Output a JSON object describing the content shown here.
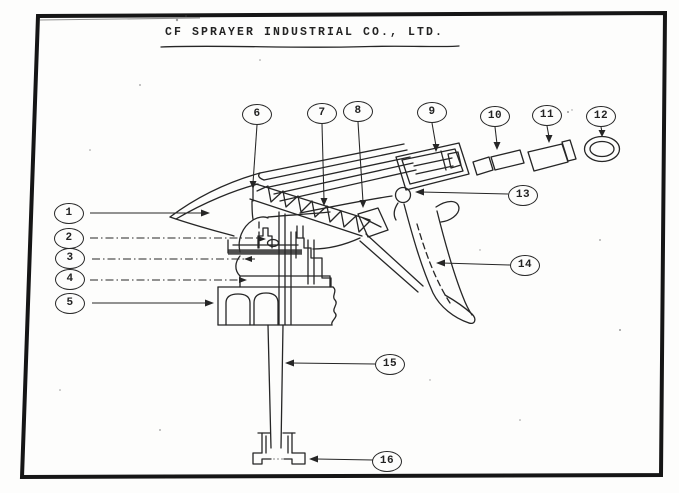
{
  "page": {
    "title": "CF SPRAYER INDUSTRIAL CO., LTD."
  },
  "diagram": {
    "kind": "trigger-sprayer parts drawing",
    "callouts": [
      "1",
      "2",
      "3",
      "4",
      "5",
      "6",
      "7",
      "8",
      "9",
      "10",
      "11",
      "12",
      "13",
      "14",
      "15",
      "16"
    ]
  },
  "colors": {
    "ink": "#262626",
    "frame": "#161616",
    "paper": "#fdfdfc",
    "text": "#232323"
  }
}
